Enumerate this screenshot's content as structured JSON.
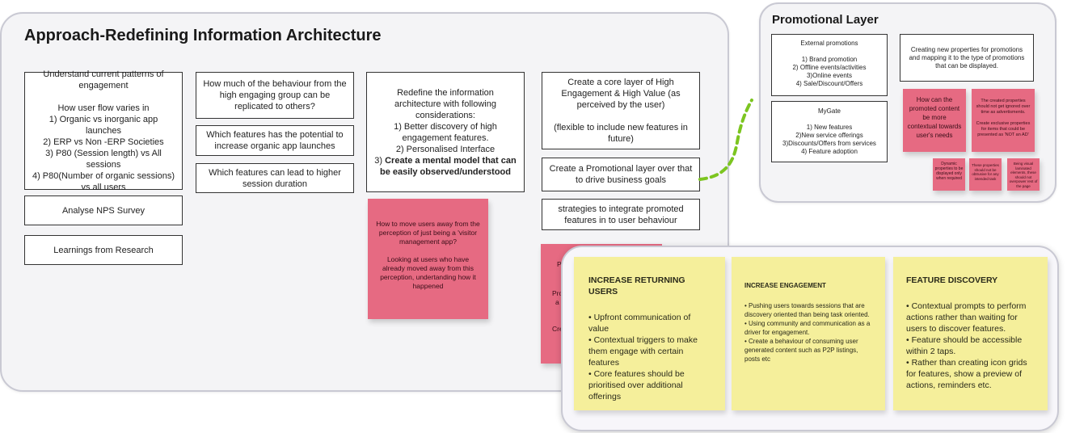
{
  "main_panel": {
    "title": "Approach-Redefining Information Architecture",
    "col1": {
      "card1": "Understand current patterns of engagement\n\nHow user flow varies in\n1) Organic vs inorganic app launches\n2) ERP vs Non -ERP Societies\n3) P80 (Session length) vs All sessions\n4) P80(Number of organic sessions) vs all users",
      "card2": "Analyse NPS Survey",
      "card3": "Learnings from Research"
    },
    "col2": {
      "card1": "How much of the behaviour from the high engaging group can be replicated to others?",
      "card2": "Which features has the potential to increase organic app launches",
      "card3": "Which features can lead to higher session duration"
    },
    "col3": {
      "card_plain": "Redefine the information architecture with following considerations:\n1) Better discovery of high engagement features.\n2) Personalised Interface\n3) ",
      "card_bold": "Create a mental model that can be easily observed/understood",
      "sticky": "How to move users away from the perception of just being a 'visitor management app?\n\nLooking at users who have already moved away from this perception, undertanding how it happened"
    },
    "col4": {
      "card1": "Create a core layer of High Engagement & High Value (as perceived by the user)\n\n(flexible to include new features in future)",
      "card2": "Create a Promotional layer over that to drive business goals",
      "card3": "strategies to integrate promoted features in to user behaviour",
      "hidden_sticky_fragments": [
        "P",
        "Pro",
        "a",
        "Cre"
      ]
    }
  },
  "promo_panel": {
    "title": "Promotional Layer",
    "external": "External promotions\n\n1) Brand promotion\n2) Offline events/activities\n3)Online events\n4) Sale/Discount/Offers",
    "mygate": "MyGate\n\n1) New features\n2)New service offerings\n3)Discounts/Offers from services\n4) Feature adoption",
    "properties": "Creating new properties for promotions and mapping it to the type of promotions that can be displayed.",
    "sticky_contextual": "How can the promoted content be more contextual towards user's needs",
    "sticky_properties": "The created properties should not get ignored over time as advertisments.\n\nCreate exclusive properties for items that could be presented as 'NOT an AD'",
    "sticky_dynamic": "Dynamic properties to be displayed only when required",
    "sticky_obtrusive": "These properties should not be obtrusive for any intended task",
    "sticky_visual": "Being visual laminated elements, these should not overpower rest of the page"
  },
  "bottom_panel": {
    "returning_title": "INCREASE RETURNING USERS",
    "returning_body": "• Upfront communication of value\n• Contextual triggers to make them engage with certain features\n• Core features should be prioritised over additional offerings",
    "engagement_title": "INCREASE ENGAGEMENT",
    "engagement_body": "• Pushing users towards sessions that are discovery oriented than being task oriented.\n• Using community and communication as a driver for engagement.\n• Create a behaviour of consuming user generated content such as P2P listings, posts etc",
    "discovery_title": "FEATURE DISCOVERY",
    "discovery_body": "• Contextual prompts to perform actions rather than waiting for users to discover features.\n• Feature should be accessible within 2 taps.\n• Rather than creating icon grids for features, show a preview of actions, reminders etc."
  },
  "colors": {
    "pink": "#e66a82",
    "yellow": "#f5ef9b",
    "connector": "#7cc520",
    "panel_bg": "#f4f4f6"
  }
}
